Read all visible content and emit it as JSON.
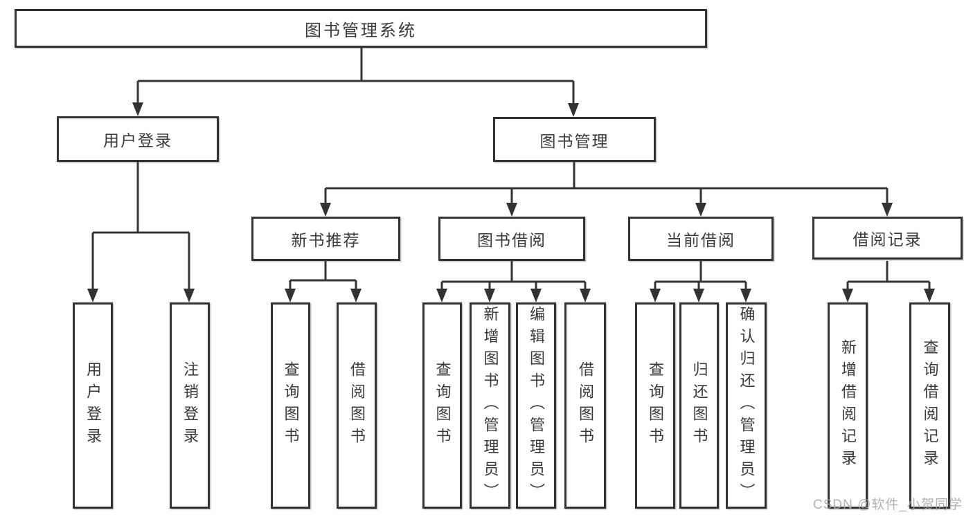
{
  "tree": {
    "label": "图书管理系统",
    "children": [
      {
        "label": "用户登录",
        "children": [
          {
            "label": "用户登录"
          },
          {
            "label": "注销登录"
          }
        ]
      },
      {
        "label": "图书管理",
        "children": [
          {
            "label": "新书推荐",
            "children": [
              {
                "label": "查询图书"
              },
              {
                "label": "借阅图书"
              }
            ]
          },
          {
            "label": "图书借阅",
            "children": [
              {
                "label": "查询图书"
              },
              {
                "label": "新增图书（管理员）"
              },
              {
                "label": "编辑图书（管理员）"
              },
              {
                "label": "借阅图书"
              }
            ]
          },
          {
            "label": "当前借阅",
            "children": [
              {
                "label": "查询图书"
              },
              {
                "label": "归还图书"
              },
              {
                "label": "确认归还（管理员）"
              }
            ]
          },
          {
            "label": "借阅记录",
            "children": [
              {
                "label": "新增借阅记录"
              },
              {
                "label": "查询借阅记录"
              }
            ]
          }
        ]
      }
    ]
  },
  "watermark": {
    "text": "CSDN @软件_小贺同学"
  },
  "colors": {
    "line": "#333333",
    "box_border": "#333333",
    "text": "#3a3a3a",
    "watermark": "#a4a4a4",
    "background": "#ffffff"
  }
}
